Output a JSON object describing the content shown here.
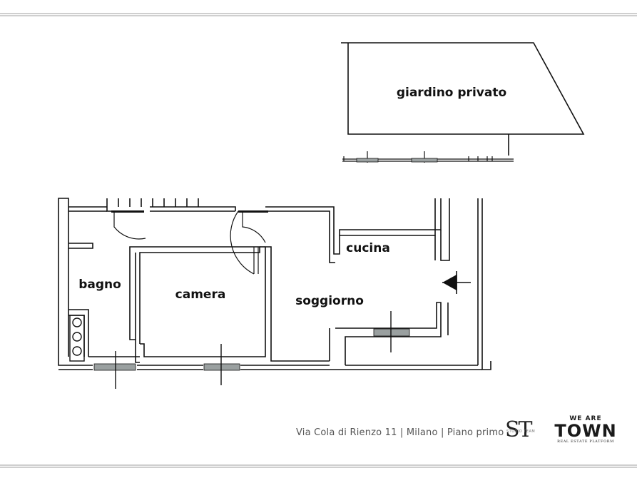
{
  "rooms": {
    "garden": "giardino privato",
    "kitchen": "cucina",
    "bathroom": "bagno",
    "bedroom": "camera",
    "living": "soggiorno"
  },
  "footer": {
    "address": "Via Cola di Rienzo 11 | Milano | Piano primo"
  },
  "logos": {
    "st_mark": "ST",
    "st_small": "STUDIO TEAM",
    "town_top": "WE ARE",
    "town_main": "TOWN",
    "town_bottom": "REAL ESTATE PLATFORM"
  },
  "colors": {
    "wall": "#111111",
    "frame_line": "#cfcfcf",
    "text": "#111111"
  }
}
